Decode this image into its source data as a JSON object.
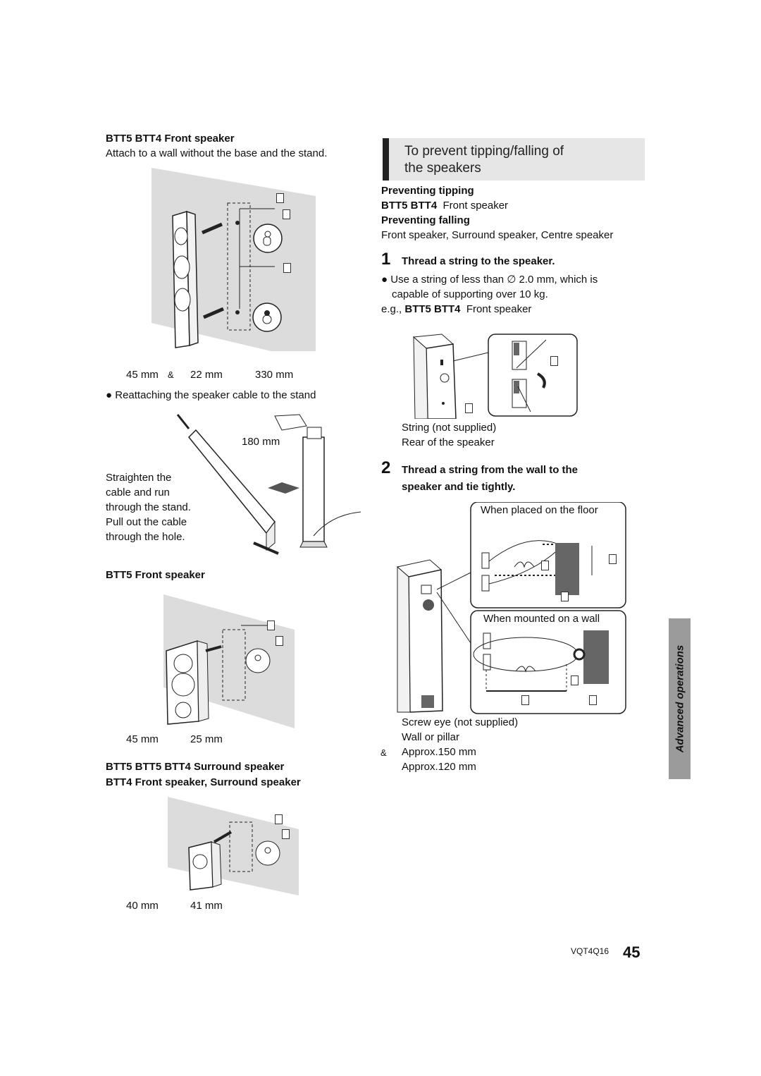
{
  "left": {
    "sec1_title": "BTT5   BTT4   Front speaker",
    "sec1_desc": "Attach to a wall without the base and the stand.",
    "dim1_a": "45 mm",
    "dim1_amp": "&",
    "dim1_b": "22 mm",
    "dim1_c": "330 mm",
    "reattach_note": "Reattaching the speaker cable to the stand",
    "dim_180": "180 mm",
    "straighten_lines": [
      "Straighten the",
      "cable and run",
      "through the stand.",
      "Pull out the cable",
      "through the hole."
    ],
    "sec2_title": "BTT5   Front speaker",
    "dim2_a": "45 mm",
    "dim2_b": "25 mm",
    "sec3_title1": "BTT5   BTT5   BTT4   Surround speaker",
    "sec3_title2": "BTT4   Front speaker, Surround speaker",
    "dim3_a": "40 mm",
    "dim3_b": "41 mm"
  },
  "right": {
    "heading_line1": "To prevent tipping/falling of",
    "heading_line2": "the speakers",
    "preventing_tipping": "Preventing tipping",
    "tipping_models": "BTT5   BTT4",
    "tipping_target": "Front speaker",
    "preventing_falling": "Preventing falling",
    "falling_targets": "Front speaker, Surround speaker, Centre speaker",
    "step1_num": "1",
    "step1_text": "Thread a string to the speaker.",
    "step1_bullet_line1": "Use a string of less than ∅ 2.0 mm, which is",
    "step1_bullet_line2": "capable of supporting over 10 kg.",
    "eg_prefix": "e.g.,",
    "eg_models": "BTT5   BTT4",
    "eg_target": "Front speaker",
    "string_note": "String (not supplied)",
    "rear_note": "Rear of the speaker",
    "step2_num": "2",
    "step2_line1": "Thread a string from the wall to the",
    "step2_line2": "speaker and tie tightly.",
    "floor_label": "When placed on the floor",
    "wall_label": "When mounted on a wall",
    "screw_eye": "Screw eye (not supplied)",
    "wall_pillar": "Wall or pillar",
    "amp_mark": "&",
    "approx150": "Approx.150 mm",
    "approx120": "Approx.120 mm"
  },
  "sidebar": {
    "label": "Advanced operations"
  },
  "footer": {
    "model_code": "VQT4Q16",
    "page_number": "45"
  },
  "colors": {
    "heading_bg": "#e6e6e6",
    "heading_bar": "#222222",
    "tab_bg": "#9b9b9b",
    "wall_gray": "#dcdcdc"
  }
}
